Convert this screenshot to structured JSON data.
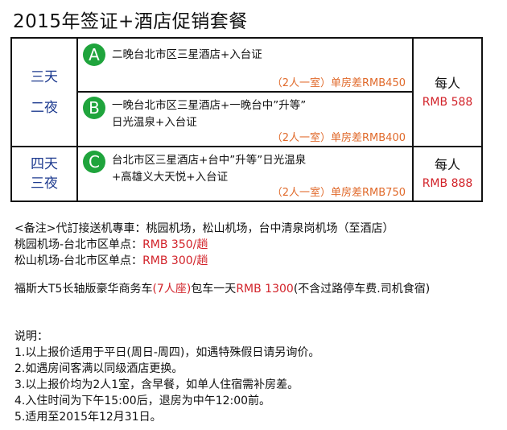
{
  "title": "2015年签证+酒店促销套餐",
  "table": {
    "group1_days": [
      "三天",
      "二夜"
    ],
    "group2_days": [
      "四天",
      "三夜"
    ],
    "options": [
      {
        "badge": "A",
        "line1": "二晚台北市区三星酒店+入台证",
        "line2": "",
        "note": "（2人一室）单房差RMB450"
      },
      {
        "badge": "B",
        "line1": "一晚台北市区三星酒店+一晚台中”升等”",
        "line2": "日光温泉+入台证",
        "note": "（2人一室）单房差RMB400"
      },
      {
        "badge": "C",
        "line1": "台北市区三星酒店+台中”升等”日光温泉",
        "line2": "+高雄义大天悦+入台证",
        "note": "（2人一室）单房差RMB750"
      }
    ],
    "price1": {
      "per": "每人",
      "amount": "RMB 588"
    },
    "price2": {
      "per": "每人",
      "amount": "RMB 888"
    }
  },
  "transfer": {
    "line1": "<备注>代訂接送机專車：桃园机场，松山机场，台中清泉岗机场（至酒店）",
    "taoyuan_prefix": "桃园机场-台北市区单点：",
    "taoyuan_price": "RMB 350/趟",
    "songshan_prefix": "松山机场-台北市区单点：",
    "songshan_price": "RMB 300/趟"
  },
  "car": {
    "prefix": "福斯大T5长轴版豪华商务车",
    "seats": "(7人座)",
    "middle": "包车一天",
    "price": "RMB 1300",
    "suffix": "(不含过路停车费.司机食宿)"
  },
  "notes": {
    "heading": "说明：",
    "items": [
      "1.以上报价适用于平日(周日-周四)，如遇特殊假日请另询价。",
      "2.如遇房间客满以同级酒店更换。",
      "3.以上报价均为2人1室，含早餐，如单人住宿需补房差。",
      "4.入住时间为下午15:00后，退房为中午12:00前。",
      "5.适用至2015年12月31日。"
    ]
  },
  "colors": {
    "badge": "#1fa43c",
    "note": "#e06a2b",
    "price": "#d2232a",
    "days": "#1d3a8f"
  }
}
